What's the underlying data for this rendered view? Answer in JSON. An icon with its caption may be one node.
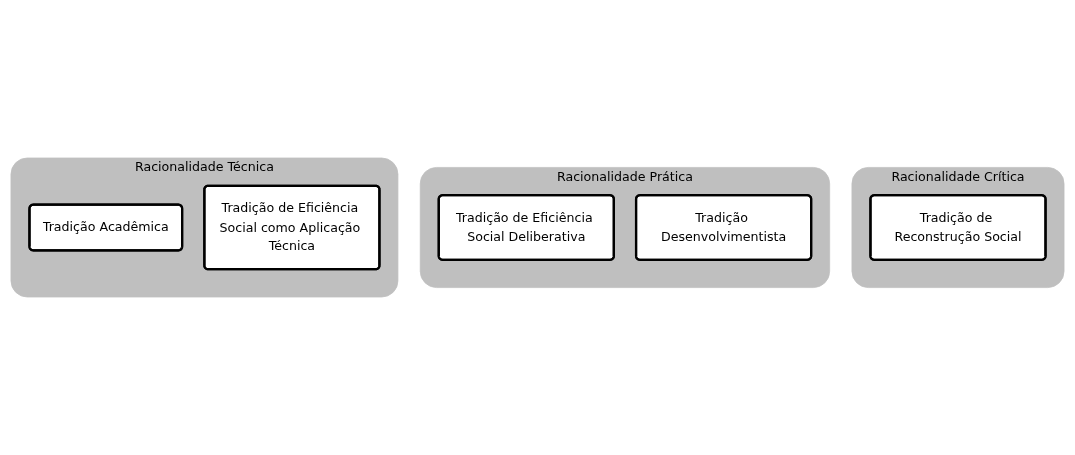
{
  "diagram": {
    "nodes": [
      {
        "text": [
          "Racionalidade Técnica"
        ]
      },
      {
        "text": [
          "Tradição Acadêmica"
        ],
        "in": 0
      },
      {
        "text": [
          "Tradição de Eficiência Social como Aplicação Técnica"
        ],
        "in": 0
      },
      {
        "text": [
          "Racionalidade Prática"
        ]
      },
      {
        "text": [
          "Tradição de Eficiência Social Deliberativa"
        ],
        "in": 3
      },
      {
        "text": [
          "Tradição Desenvolvimentista"
        ],
        "in": 3
      },
      {
        "text": [
          "Racionalidade Crítica"
        ]
      },
      {
        "text": [
          "Tradição de Reconstrução Social"
        ],
        "in": 6
      }
    ]
  }
}
